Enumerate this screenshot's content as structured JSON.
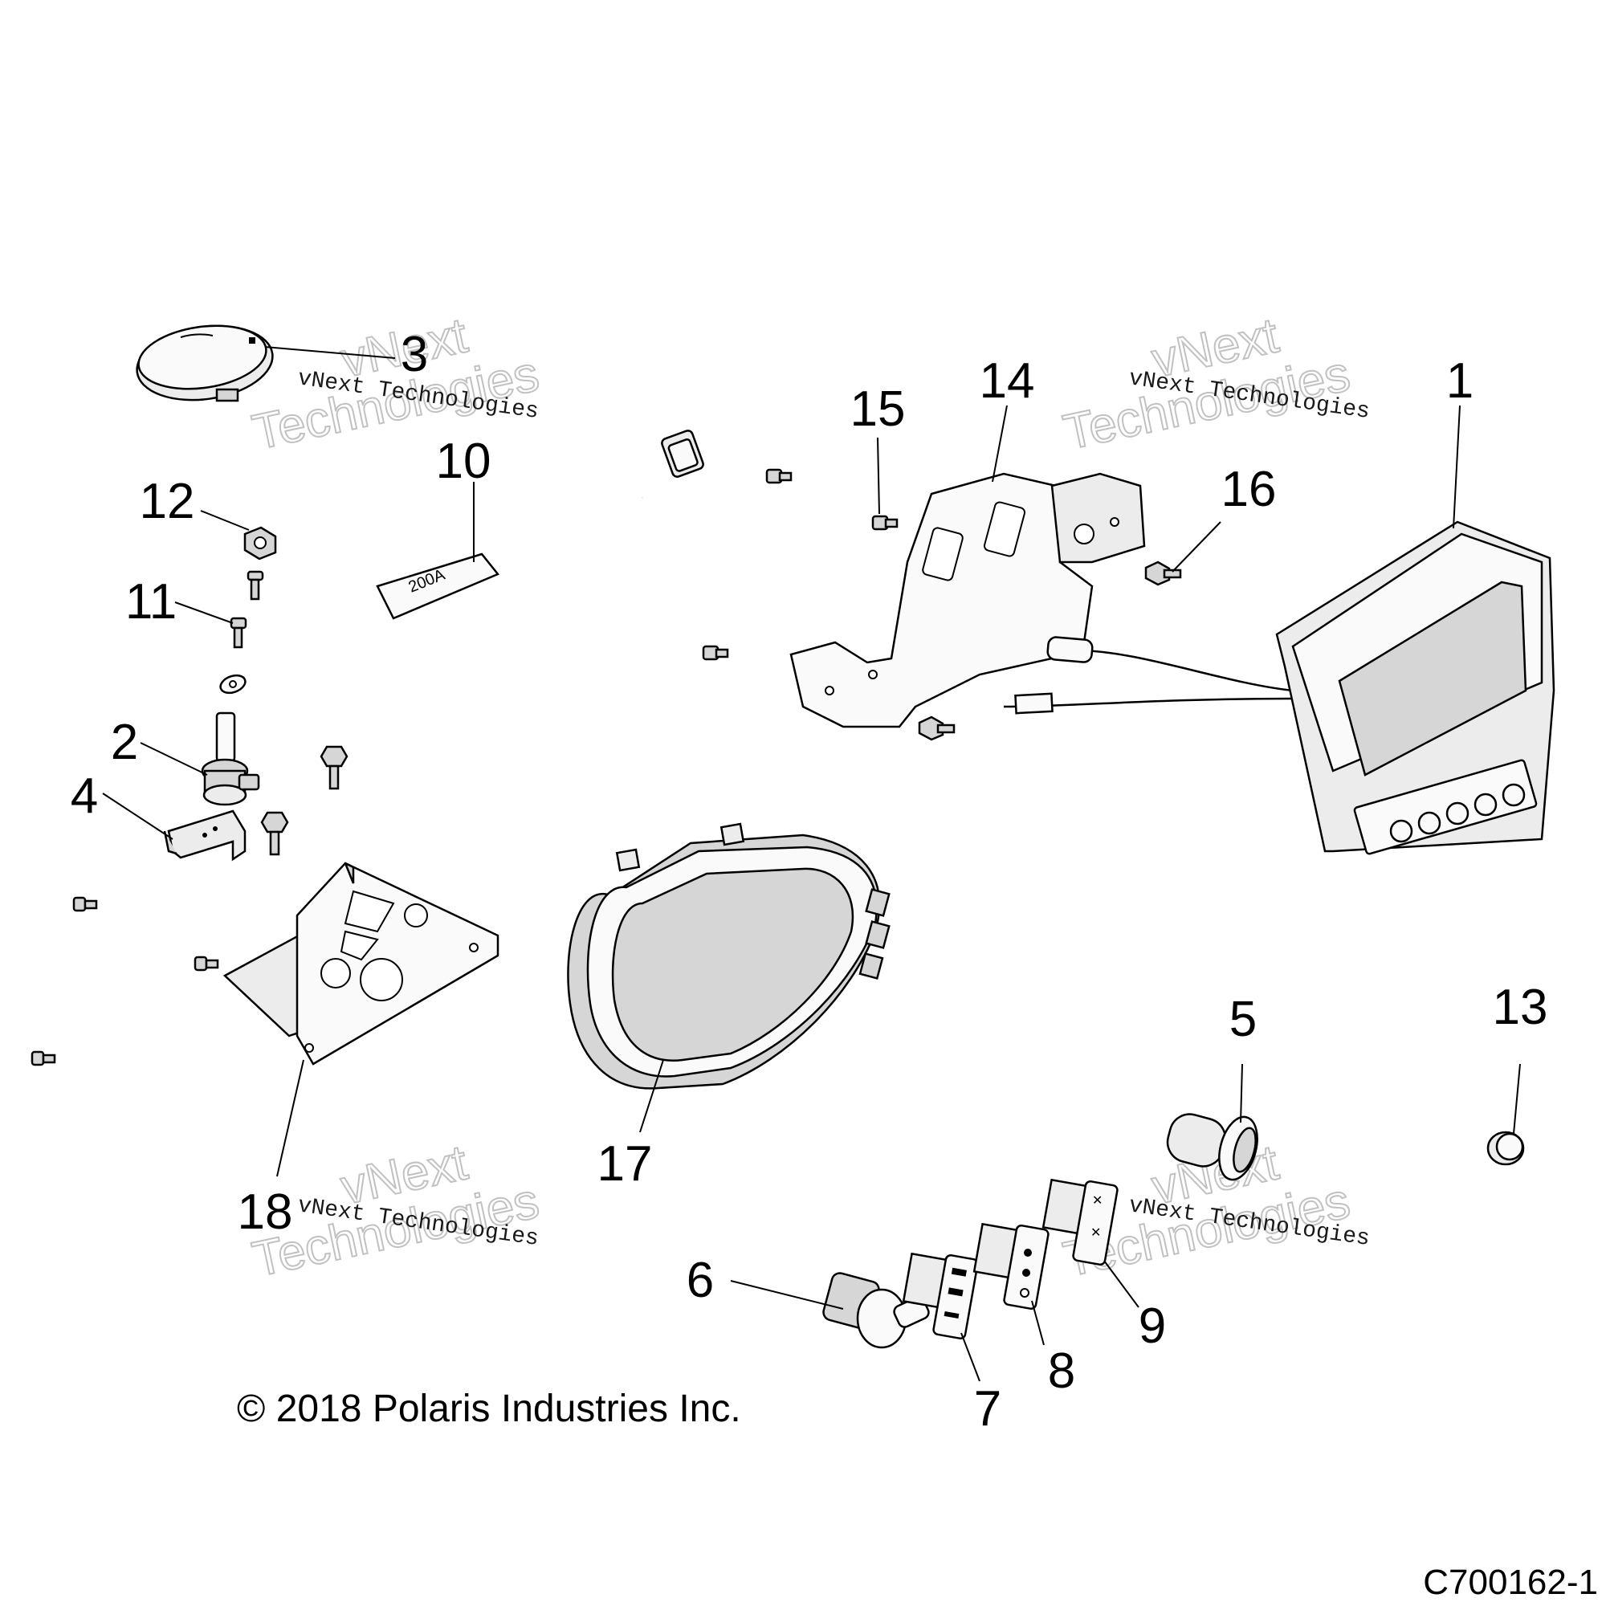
{
  "diagram": {
    "callouts": {
      "p1": "1",
      "p2": "2",
      "p3": "3",
      "p4": "4",
      "p5": "5",
      "p6": "6",
      "p7": "7",
      "p8": "8",
      "p9": "9",
      "p10": "10",
      "p11": "11",
      "p12": "12",
      "p13": "13",
      "p14": "14",
      "p15": "15",
      "p16": "16",
      "p17": "17",
      "p18": "18"
    },
    "fuse_rating": "200A",
    "copyright": "© 2018 Polaris Industries Inc.",
    "figure_id": "C700162-1",
    "watermark": {
      "small": "vNext Technologies",
      "big_line1": "vNext",
      "big_line2": "Technologies"
    }
  }
}
